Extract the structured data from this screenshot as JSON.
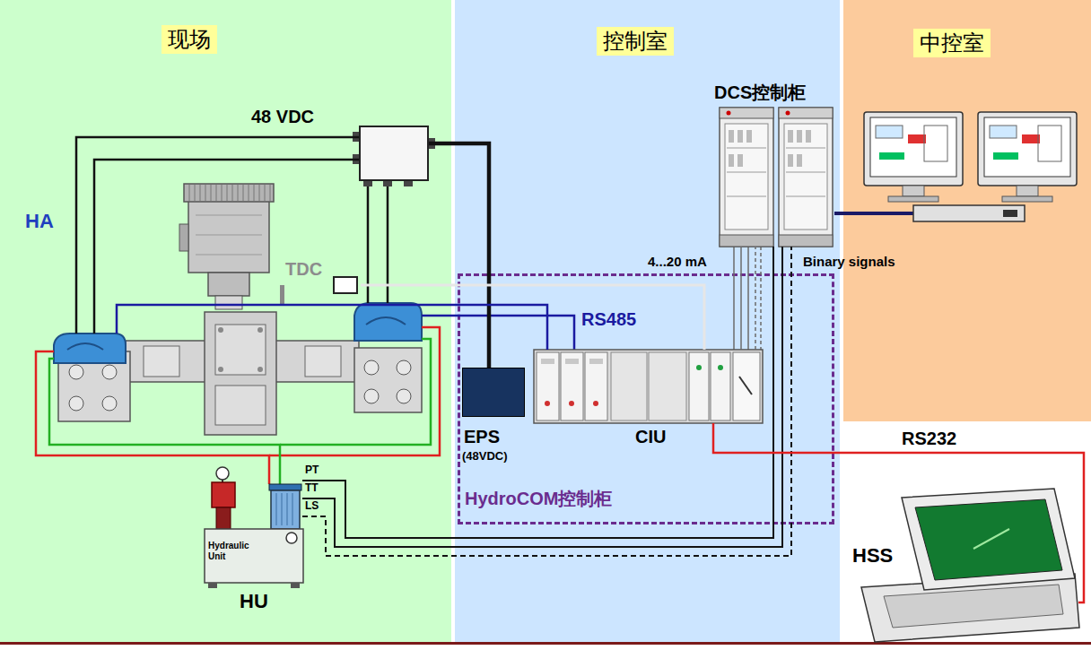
{
  "diagram": {
    "nodes": [
      {
        "text": [
          "现场"
        ]
      },
      {
        "text": [
          "控制室"
        ]
      },
      {
        "text": [
          "中控室"
        ]
      },
      {
        "text": [
          "48 VDC"
        ],
        "in": 0
      },
      {
        "text": [
          "HA"
        ],
        "in": 0
      },
      {
        "text": [
          "TDC"
        ],
        "in": 0
      },
      {
        "text": [
          "Hydraulic Unit",
          "HU"
        ],
        "in": 0
      },
      {
        "text": [
          "HydroCOM控制柜"
        ],
        "in": 1
      },
      {
        "text": [
          "EPS",
          "(48VDC)"
        ],
        "in": 7
      },
      {
        "text": [
          "CIU"
        ],
        "in": 7
      },
      {
        "text": [
          "DCS控制柜"
        ],
        "in": 1
      },
      {
        "text": [
          "HSS"
        ]
      }
    ],
    "edges": [
      {
        "from": 3,
        "to": 4,
        "arrow": "none"
      },
      {
        "from": 3,
        "to": 8,
        "arrow": "none"
      },
      {
        "from": 4,
        "to": 9,
        "label": "RS485",
        "arrow": "none"
      },
      {
        "from": 5,
        "to": 9,
        "arrow": "none"
      },
      {
        "from": 6,
        "to": 10,
        "label": "PT",
        "arrow": "none"
      },
      {
        "from": 6,
        "to": 10,
        "label": "TT",
        "arrow": "none"
      },
      {
        "from": 6,
        "to": 10,
        "label": "LS",
        "arrow": "none"
      },
      {
        "from": 9,
        "to": 10,
        "label": "4...20 mA",
        "arrow": "none"
      },
      {
        "from": 9,
        "to": 10,
        "label": "Binary signals",
        "arrow": "none"
      },
      {
        "from": 9,
        "to": 11,
        "label": "RS232",
        "arrow": "none"
      },
      {
        "from": 6,
        "to": 4,
        "arrow": "none"
      },
      {
        "from": 6,
        "to": 4,
        "arrow": "none"
      }
    ]
  }
}
